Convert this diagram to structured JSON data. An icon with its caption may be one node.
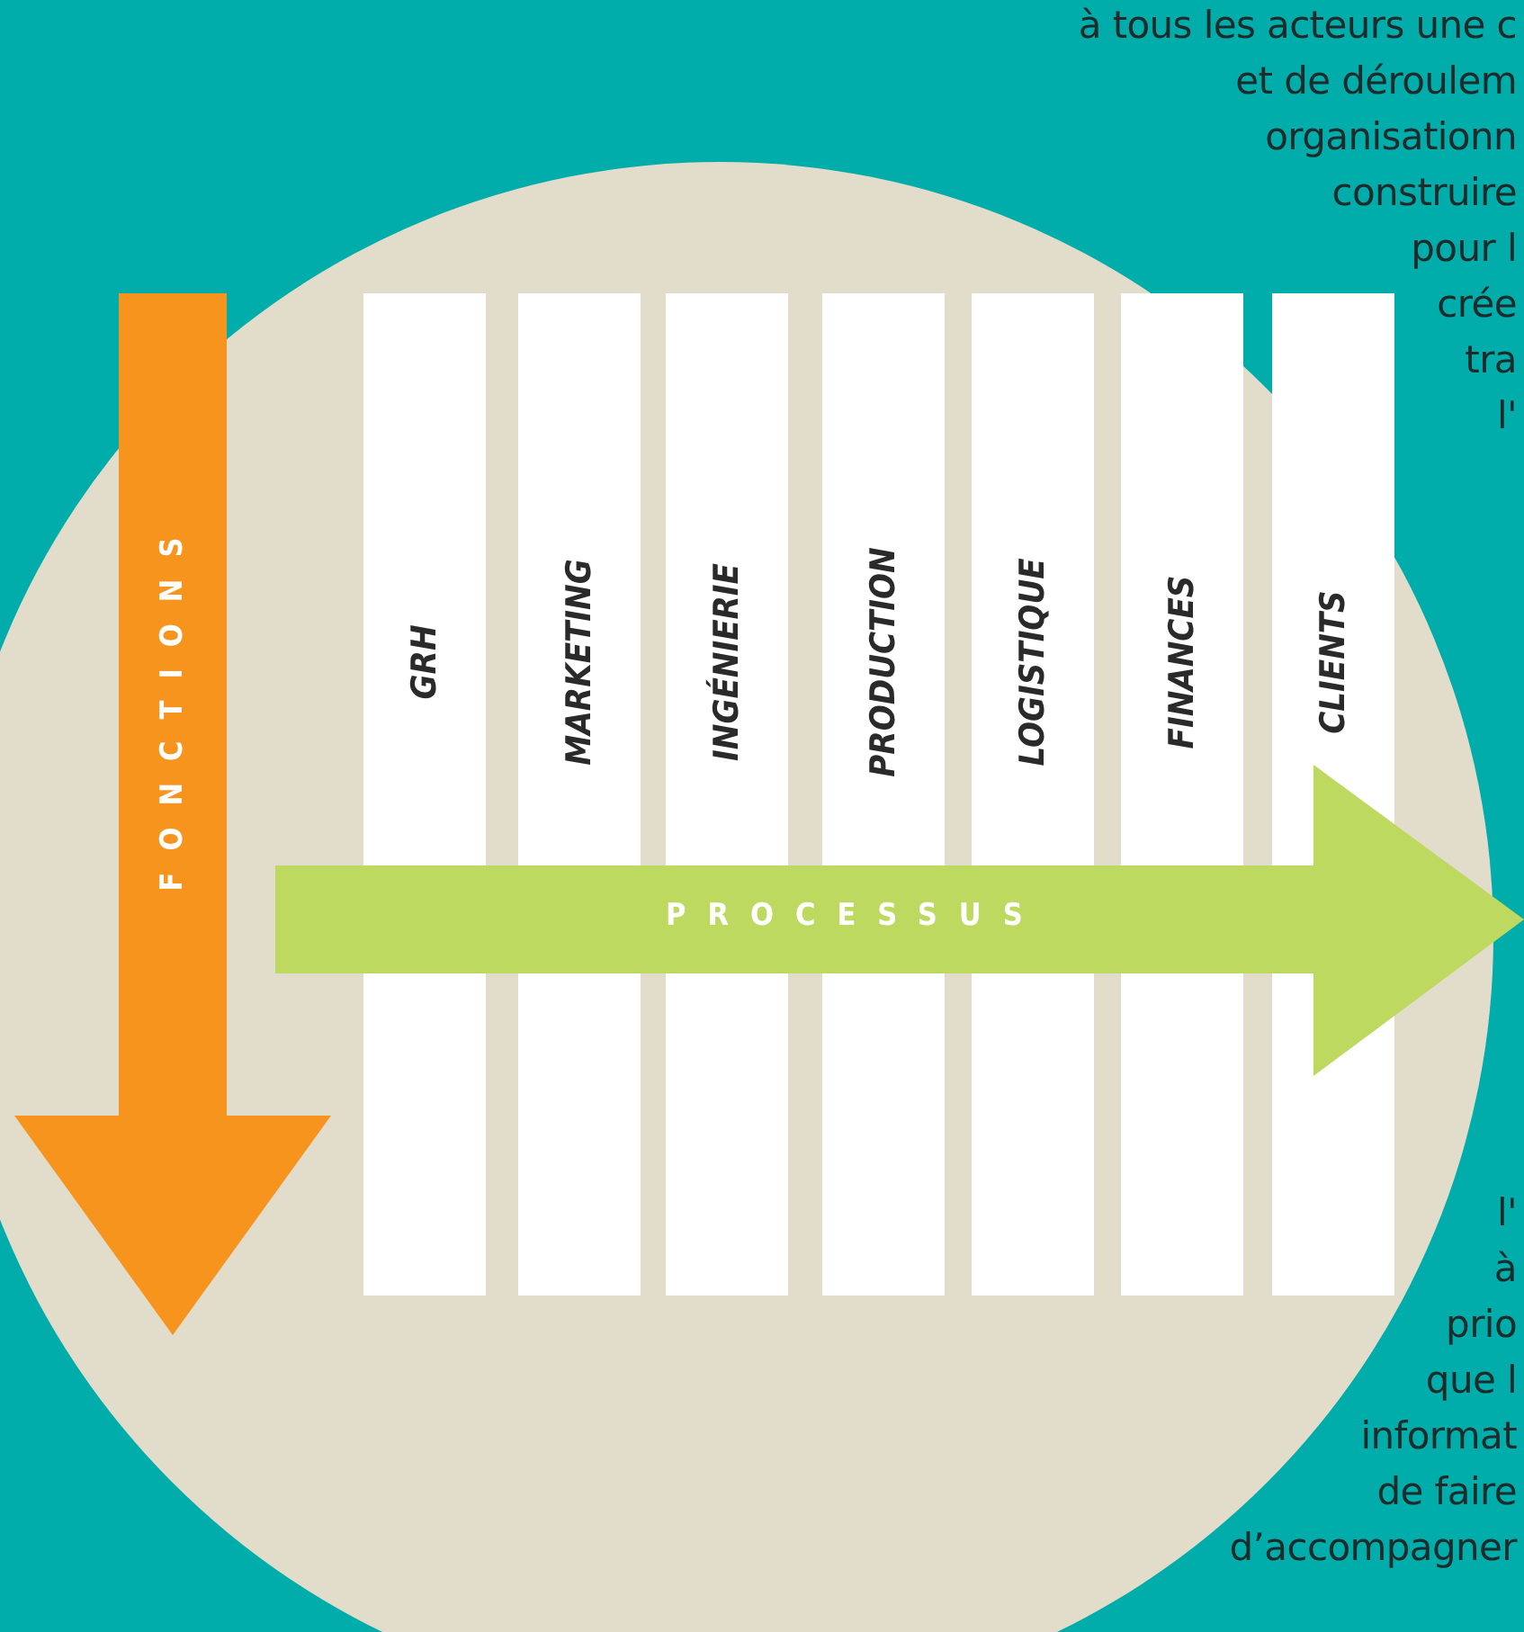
{
  "diagram": {
    "nodes": [
      {
        "text": [
          "GRH"
        ]
      },
      {
        "text": [
          "MARKETING"
        ]
      },
      {
        "text": [
          "INGÉNIERIE"
        ]
      },
      {
        "text": [
          "PRODUCTION"
        ]
      },
      {
        "text": [
          "LOGISTIQUE"
        ]
      },
      {
        "text": [
          "FINANCES"
        ]
      },
      {
        "text": [
          "CLIENTS"
        ]
      }
    ],
    "edges": [],
    "labels": [
      "à tous les acteurs une c",
      "et de déroulem",
      "organisationn",
      "construire",
      "pour l",
      "crée",
      "tra",
      "l'",
      "FONCTIONS",
      "PROCESSUS",
      "l'",
      "à",
      "prio",
      "que l",
      "informat",
      "de faire",
      "d’accompagner"
    ]
  }
}
